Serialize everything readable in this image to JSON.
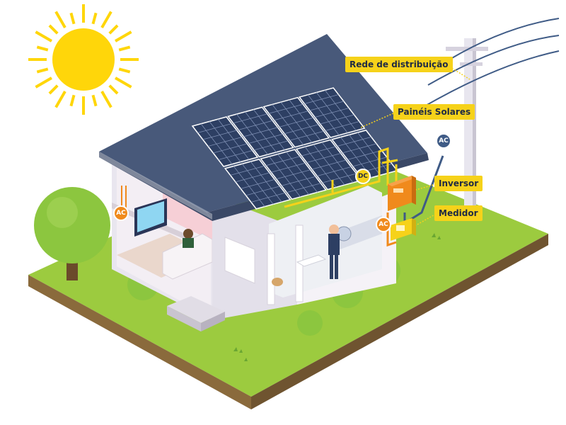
{
  "labels": {
    "grid": "Rede de distribuição",
    "panels": "Painéis Solares",
    "inverter": "Inversor",
    "meter": "Medidor"
  },
  "badges": {
    "dc": "DC",
    "ac_inside": "AC",
    "ac_meter": "AC",
    "ac_pole": "AC"
  },
  "colors": {
    "label_bg": "#f6d21a",
    "roof": "#48597a",
    "panel": "#2d3f63",
    "grass": "#9ccb3f",
    "soil": "#8a6a3c",
    "sun": "#ffd60a",
    "inverter": "#f08a1c",
    "tree": "#8cc63f"
  }
}
